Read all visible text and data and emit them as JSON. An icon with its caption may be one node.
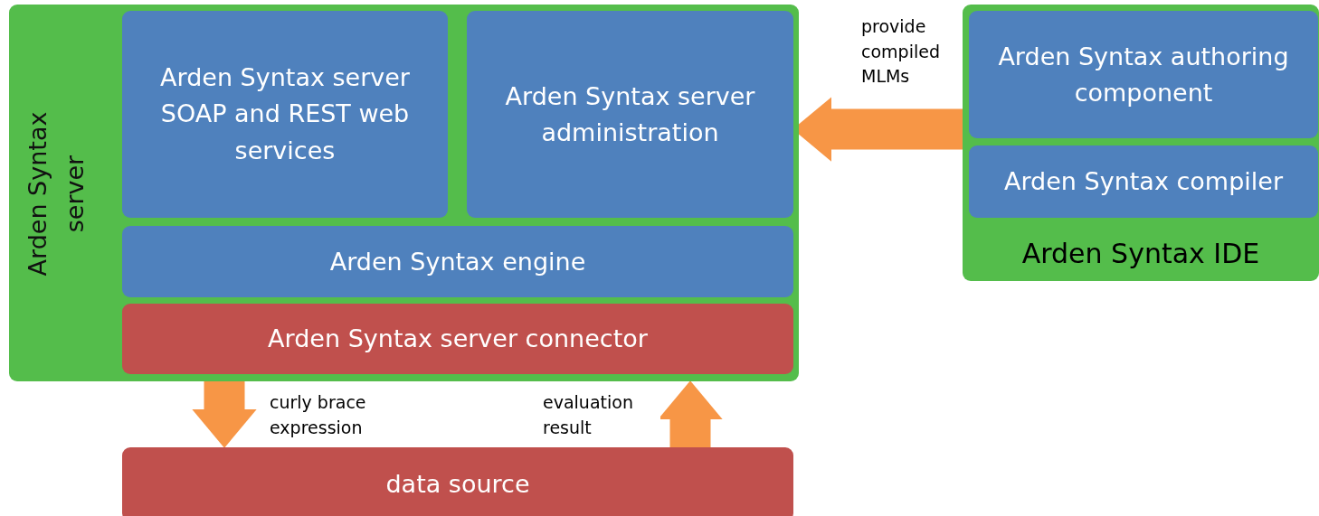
{
  "diagram": {
    "nodes": [
      {
        "text": [
          "Arden Syntax server"
        ]
      },
      {
        "text": [
          "Arden Syntax server SOAP and REST web services"
        ],
        "in": 0
      },
      {
        "text": [
          "Arden Syntax server administration"
        ],
        "in": 0
      },
      {
        "text": [
          "Arden Syntax engine"
        ],
        "in": 0
      },
      {
        "text": [
          "Arden Syntax server connector"
        ],
        "in": 0
      },
      {
        "text": [
          "data source"
        ]
      },
      {
        "text": [
          "Arden Syntax IDE"
        ]
      },
      {
        "text": [
          "Arden Syntax authoring component"
        ],
        "in": 6
      },
      {
        "text": [
          "Arden Syntax compiler"
        ],
        "in": 6
      }
    ],
    "edges": [
      {
        "from": 6,
        "to": 2,
        "arrow": "to",
        "label": "provide compiled MLMs"
      },
      {
        "from": 4,
        "to": 5,
        "arrow": "to",
        "label": "curly brace expression"
      },
      {
        "from": 5,
        "to": 4,
        "arrow": "to",
        "label": "evaluation result"
      }
    ]
  }
}
